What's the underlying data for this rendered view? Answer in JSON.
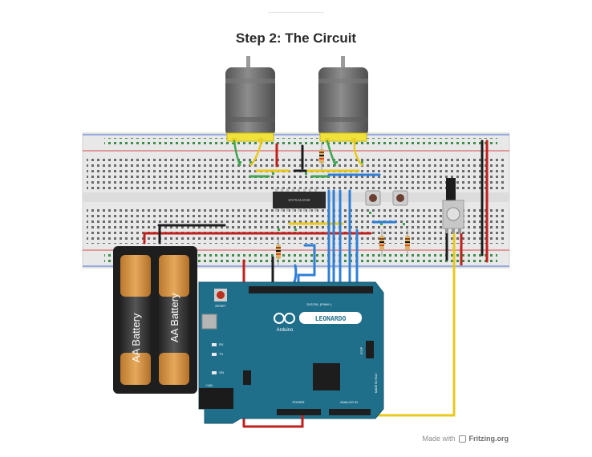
{
  "title": "Step 2: The Circuit",
  "footer": {
    "made_with": "Made with",
    "brand": "Fritzing.org",
    "logo_icon": "fritzing-logo-icon"
  },
  "battery": {
    "label_1": "AA Battery",
    "label_2": "AA Battery"
  },
  "chip": {
    "label": "SN754410NE"
  },
  "arduino": {
    "logo": "LEONARDO",
    "brand": "Arduino",
    "reset": "RESET",
    "digital": "DIGITAL (PWM~)",
    "power": "POWER",
    "analog": "ANALOG IN",
    "icsp": "ICSP",
    "rx": "RX",
    "tx": "TX",
    "on": "ON",
    "vin": "+VIN",
    "made": "MADE IN ITALY"
  },
  "colors": {
    "board_blue": "#1f6f8b",
    "breadboard": "#e9e9e9",
    "wire_red": "#c0201c",
    "wire_yellow": "#e8c91c",
    "wire_blue": "#2f7fd6",
    "wire_green": "#3fa650",
    "wire_black": "#1c1c1c",
    "motor_gray": "#6b6b6b"
  }
}
